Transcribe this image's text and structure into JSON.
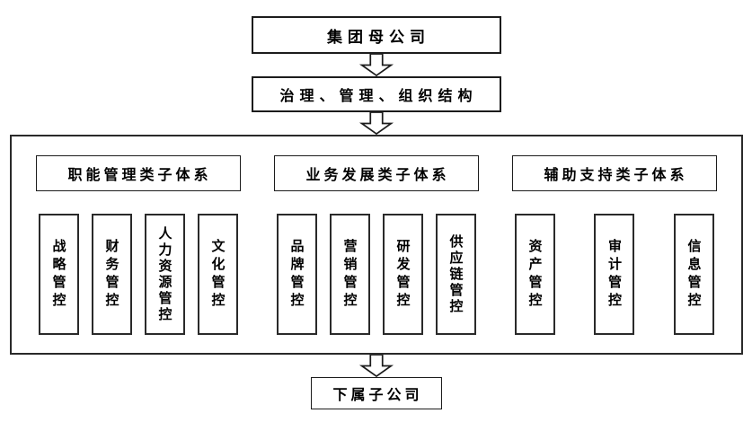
{
  "flow": {
    "top_box": "集团母公司",
    "governance_box": "治理、管理、组织结构",
    "bottom_box": "下属子公司"
  },
  "sections": [
    {
      "header": "职能管理类子体系",
      "items": [
        "战略管控",
        "财务管控",
        "人力资源管控",
        "文化管控"
      ]
    },
    {
      "header": "业务发展类子体系",
      "items": [
        "品牌管控",
        "营销管控",
        "研发管控",
        "供应链管控"
      ]
    },
    {
      "header": "辅助支持类子体系",
      "items": [
        "资产管控",
        "审计管控",
        "信息管控"
      ]
    }
  ],
  "colors": {
    "border": "#1c1c1c",
    "background": "#ffffff",
    "text": "#000000"
  }
}
